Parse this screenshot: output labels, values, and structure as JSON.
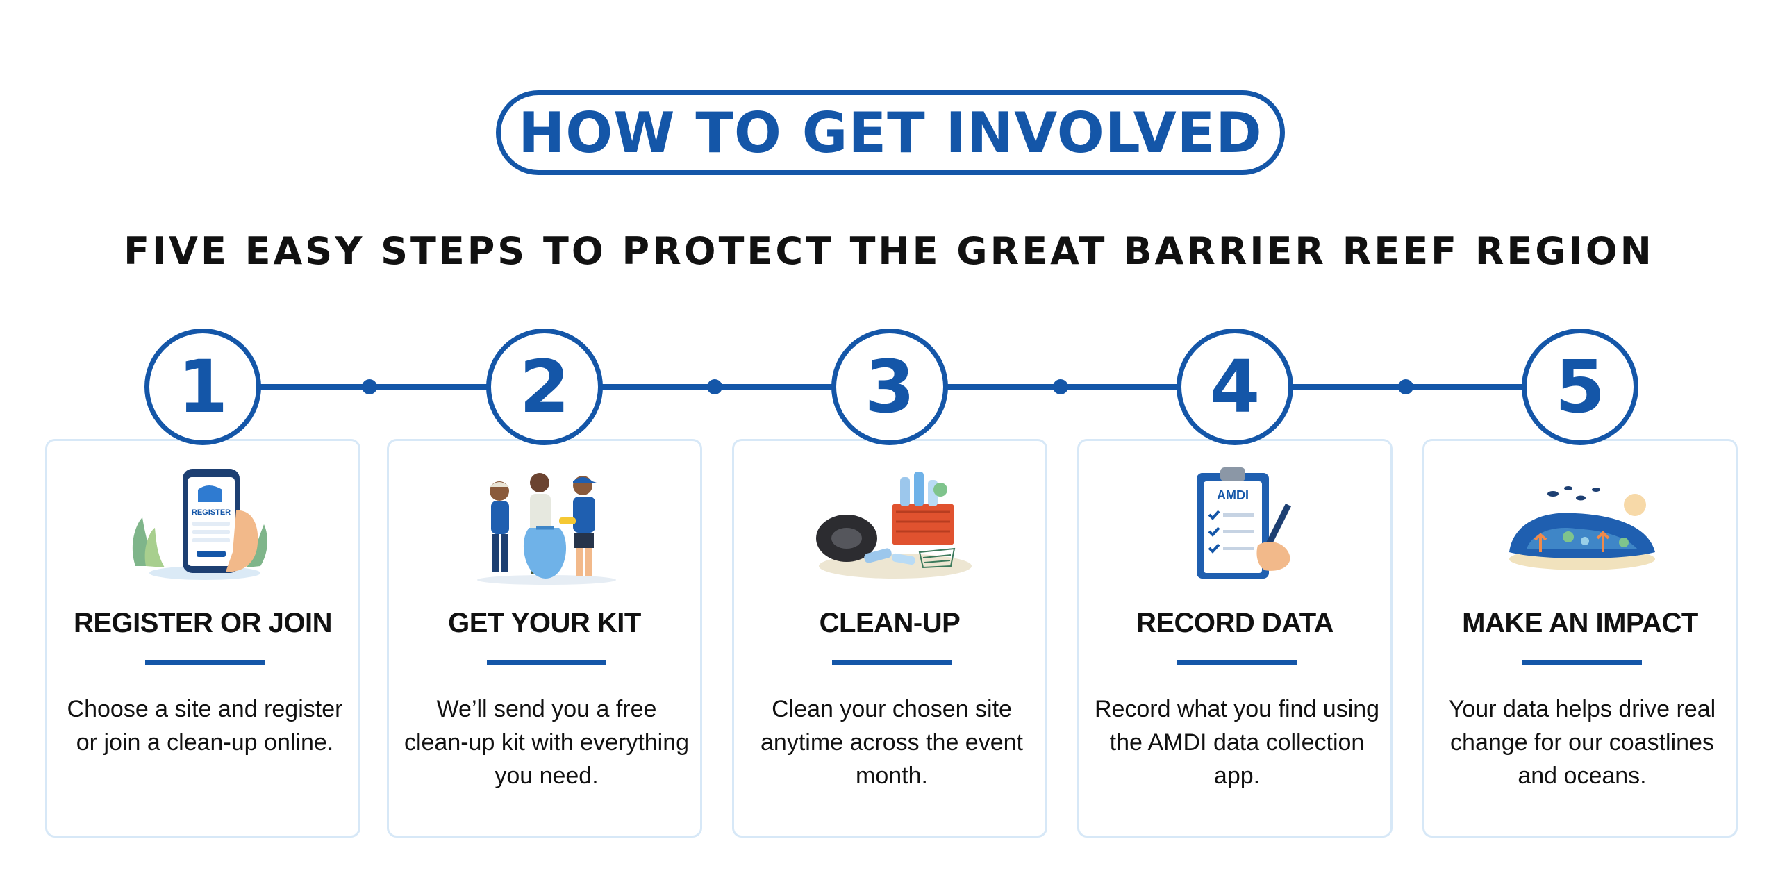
{
  "header": {
    "title": "HOW TO GET INVOLVED",
    "subtitle": "FIVE EASY STEPS TO PROTECT THE GREAT BARRIER REEF REGION"
  },
  "colors": {
    "accent": "#1456a8",
    "card_border": "#d7e8f7",
    "text": "#111111"
  },
  "steps": [
    {
      "number": "1",
      "title": "REGISTER OR JOIN",
      "description": "Choose a site and register or join a clean-up online.",
      "icon": "phone-register-icon"
    },
    {
      "number": "2",
      "title": "GET YOUR KIT",
      "description": "We’ll send you a free clean-up kit with everything you need.",
      "icon": "volunteers-icon"
    },
    {
      "number": "3",
      "title": "CLEAN-UP",
      "description": "Clean your chosen site anytime across the event month.",
      "icon": "litter-pile-icon"
    },
    {
      "number": "4",
      "title": "RECORD DATA",
      "description": "Record what you find using the AMDI data collection app.",
      "icon": "clipboard-icon"
    },
    {
      "number": "5",
      "title": "MAKE AN IMPACT",
      "description": "Your data helps drive real change for our coastlines and oceans.",
      "icon": "reef-icon"
    }
  ],
  "illustrations": {
    "phone_screen": "REGISTER",
    "clipboard_label": "AMDI"
  }
}
